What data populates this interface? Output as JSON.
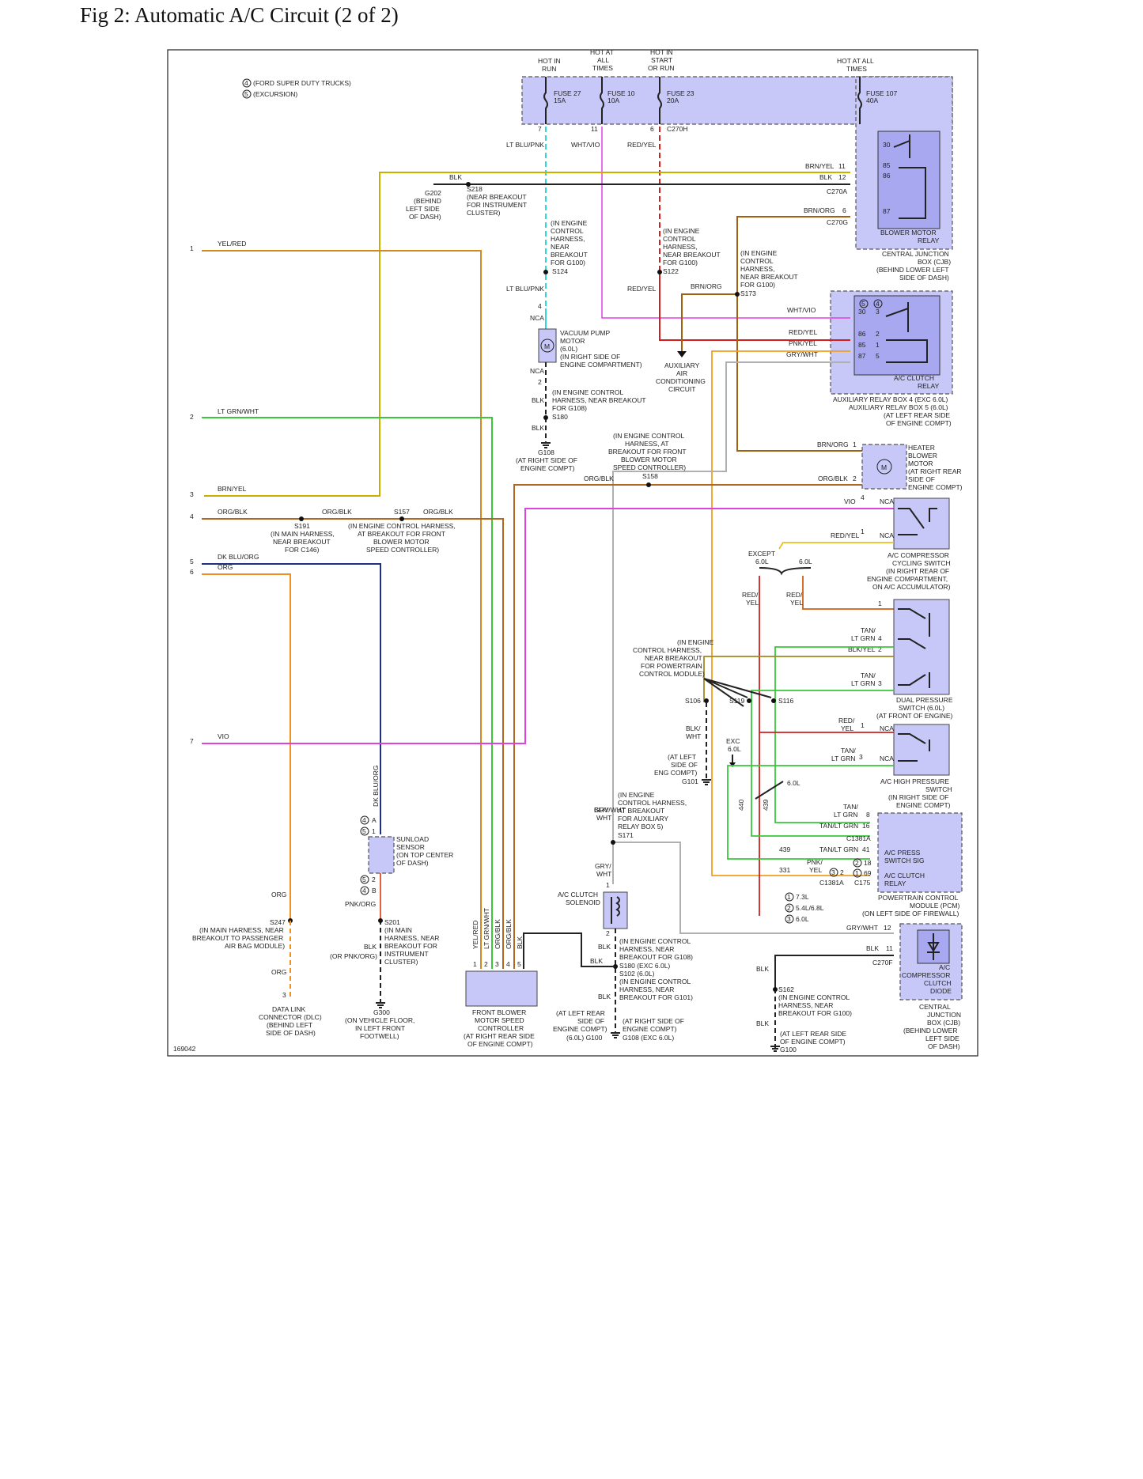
{
  "title": "Fig 2: Automatic A/C Circuit (2 of 2)",
  "figure_id": "169042",
  "legend": {
    "ford": "(FORD SUPER DUTY TRUCKS)",
    "excursion": "(EXCURSION)",
    "pcm_73": "7.3L",
    "pcm_5468": "5.4L/6.8L",
    "pcm_60": "6.0L"
  },
  "power_labels": [
    [
      "HOT IN",
      "RUN"
    ],
    [
      "HOT AT",
      "ALL",
      "TIMES"
    ],
    [
      "HOT IN",
      "START",
      "OR RUN"
    ],
    [
      "HOT AT ALL",
      "TIMES"
    ]
  ],
  "fuses": [
    [
      "FUSE 27",
      "15A"
    ],
    [
      "FUSE 10",
      "10A"
    ],
    [
      "FUSE 23",
      "20A"
    ],
    [
      "FUSE 107",
      "40A"
    ]
  ],
  "pins_top": {
    "p7": "7",
    "p11": "11",
    "p6": "6",
    "c270h": "C270H"
  },
  "wire_labels": {
    "lt_blu_pnk": "LT BLU/PNK",
    "wht_vio": "WHT/VIO",
    "red_yel": "RED/YEL",
    "blk": "BLK",
    "brn_yel": "BRN/YEL",
    "brn_org": "BRN/ORG",
    "yel_red": "YEL/RED",
    "lt_grn_wht": "LT GRN/WHT",
    "org_blk": "ORG/BLK",
    "dk_blu_org": "DK BLU/ORG",
    "org": "ORG",
    "vio": "VIO",
    "pnk_yel": "PNK/YEL",
    "gry_wht": "GRY/WHT",
    "red_yel2": "RED/",
    "yel": "YEL",
    "tan": "TAN/",
    "lt_grn": "LT GRN",
    "blk_yel": "BLK/YEL",
    "blk_wht": "BLK/",
    "wht": "WHT",
    "pnk_org": "PNK/ORG",
    "or_pnk_org": "(OR PNK/ORG)",
    "pnk": "PNK/",
    "tan_lt_grn": "TAN/LT GRN",
    "dk_blu_org_v": "DK BLU/ORG"
  },
  "left_pins": [
    "1",
    "2",
    "3",
    "4",
    "5",
    "6",
    "7"
  ],
  "notes": {
    "g202": [
      "G202",
      "(BEHIND",
      "LEFT SIDE",
      "OF DASH)"
    ],
    "s218": [
      "S218",
      "(NEAR BREAKOUT",
      "FOR INSTRUMENT",
      "CLUSTER)"
    ],
    "s124": [
      "(IN ENGINE",
      "CONTROL",
      "HARNESS,",
      "NEAR",
      "BREAKOUT",
      "FOR G100)",
      "S124"
    ],
    "s122": [
      "(IN ENGINE",
      "CONTROL",
      "HARNESS,",
      "NEAR BREAKOUT",
      "FOR G100)",
      "S122"
    ],
    "s173": [
      "(IN ENGINE",
      "CONTROL",
      "HARNESS,",
      "NEAR BREAKOUT",
      "FOR G100)",
      "S173"
    ],
    "vac": [
      "VACUUM PUMP",
      "MOTOR",
      "(6.0L)",
      "(IN RIGHT SIDE OF",
      "ENGINE COMPARTMENT)"
    ],
    "nca": "NCA",
    "s180": [
      "(IN ENGINE CONTROL",
      "HARNESS, NEAR BREAKOUT",
      "FOR G108)",
      "S180"
    ],
    "g108": [
      "G108",
      "(AT RIGHT SIDE OF",
      "ENGINE COMPT)"
    ],
    "aux": [
      "AUXILIARY",
      "AIR",
      "CONDITIONING",
      "CIRCUIT"
    ],
    "s158": [
      "(IN ENGINE CONTROL",
      "HARNESS, AT",
      "BREAKOUT FOR FRONT",
      "BLOWER MOTOR",
      "SPEED CONTROLLER)",
      "S158"
    ],
    "s191": [
      "S191",
      "(IN MAIN HARNESS,",
      "NEAR BREAKOUT",
      "FOR C146)"
    ],
    "s157": [
      "S157",
      "(IN ENGINE CONTROL HARNESS,",
      "AT BREAKOUT FOR FRONT",
      "BLOWER MOTOR",
      "SPEED CONTROLLER)"
    ],
    "cjb": [
      "CENTRAL JUNCTION",
      "BOX (CJB)",
      "(BEHIND LOWER LEFT",
      "SIDE OF DASH)"
    ],
    "bmr": [
      "BLOWER MOTOR",
      "RELAY"
    ],
    "acr": [
      "A/C CLUTCH",
      "RELAY"
    ],
    "arb": [
      "AUXILIARY RELAY BOX 4 (EXC 6.0L)",
      "AUXILIARY RELAY BOX 5 (6.0L)",
      "(AT LEFT REAR SIDE",
      "OF ENGINE COMPT)"
    ],
    "hbm": [
      "HEATER",
      "BLOWER",
      "MOTOR",
      "(AT RIGHT REAR",
      "SIDE OF",
      "ENGINE COMPT)"
    ],
    "accs": [
      "A/C COMPRESSOR",
      "CYCLING SWITCH",
      "(IN RIGHT REAR OF",
      "ENGINE COMPARTMENT,",
      "ON A/C ACCUMULATOR)"
    ],
    "except": [
      "EXCEPT",
      "6.0L"
    ],
    "six": "6.0L",
    "dps": [
      "DUAL PRESSURE",
      "SWITCH    (6.0L)",
      "(AT FRONT OF ENGINE)"
    ],
    "pcmb": [
      "(IN ENGINE",
      "CONTROL HARNESS,",
      "NEAR BREAKOUT",
      "FOR POWERTRAIN",
      "CONTROL MODULE)"
    ],
    "s106": "S106",
    "s119": "S119",
    "s116": "S116",
    "g101": [
      "(AT LEFT",
      "SIDE OF",
      "ENG COMPT)",
      "G101"
    ],
    "exc": [
      "EXC",
      "6.0L"
    ],
    "achp": [
      "A/C HIGH PRESSURE",
      "SWITCH",
      "(IN RIGHT SIDE OF",
      "ENGINE COMPT)"
    ],
    "s171": [
      "(IN ENGINE",
      "CONTROL HARNESS,",
      "AT BREAKOUT",
      "FOR AUXILIARY",
      "RELAY BOX 5)",
      "S171"
    ],
    "pcm": [
      "POWERTRAIN CONTROL",
      "MODULE (PCM)",
      "(ON LEFT SIDE OF FIREWALL)"
    ],
    "acps": [
      "A/C PRESS",
      "SWITCH SIG"
    ],
    "acrl": [
      "A/C CLUTCH",
      "RELAY"
    ],
    "c1381a": "C1381A",
    "c175": "C175",
    "c270a": "C270A",
    "c270g": "C270G",
    "c270f": "C270F",
    "sun": [
      "SUNLOAD",
      "SENSOR",
      "(ON TOP CENTER",
      "OF DASH)"
    ],
    "acsol": [
      "A/C CLUTCH",
      "SOLENOID"
    ],
    "s180b": [
      "(IN ENGINE CONTROL",
      "HARNESS, NEAR",
      "BREAKOUT FOR G108)",
      "S180   (EXC 6.0L)",
      "S102   (6.0L)",
      "(IN ENGINE CONTROL",
      "HARNESS, NEAR",
      "BREAKOUT FOR G101)"
    ],
    "s162": [
      "S162",
      "(IN ENGINE CONTROL",
      "HARNESS, NEAR",
      "BREAKOUT FOR G100)"
    ],
    "g100": [
      "(AT LEFT REAR SIDE",
      "OF ENGINE COMPT)",
      "G100"
    ],
    "diode": [
      "A/C",
      "COMPRESSOR",
      "CLUTCH",
      "DIODE"
    ],
    "cjb2": [
      "CENTRAL",
      "JUNCTION",
      "BOX (CJB)",
      "(BEHIND LOWER",
      "LEFT SIDE",
      "OF DASH)"
    ],
    "s247": [
      "S247",
      "(IN MAIN HARNESS, NEAR",
      "BREAKOUT TO PASSENGER",
      "AIR BAG MODULE)"
    ],
    "s201": [
      "S201",
      "(IN MAIN",
      "HARNESS, NEAR",
      "BREAKOUT FOR",
      "INSTRUMENT",
      "CLUSTER)"
    ],
    "dlc": [
      "DATA LINK",
      "CONNECTOR (DLC)",
      "(BEHIND LEFT",
      "SIDE OF DASH)"
    ],
    "g300": [
      "G300",
      "(ON VEHICLE FLOOR,",
      "IN LEFT FRONT",
      "FOOTWELL)"
    ],
    "fbm": [
      "FRONT BLOWER",
      "MOTOR SPEED",
      "CONTROLLER",
      "(AT RIGHT REAR SIDE",
      "OF ENGINE COMPT)"
    ],
    "g100b": [
      "(AT LEFT REAR",
      "SIDE OF",
      "ENGINE COMPT)",
      "(6.0L)   G100"
    ],
    "g108b": [
      "(AT RIGHT SIDE OF",
      "ENGINE COMPT)",
      "G108   (EXC 6.0L)"
    ]
  },
  "fbm_pins": [
    "1",
    "2",
    "3",
    "4",
    "5"
  ],
  "fbm_wires": [
    "YEL/RED",
    "LT GRN/WHT",
    "ORG/BLK",
    "ORG/BLK",
    "BLK"
  ],
  "colors": {
    "frame": "#222222",
    "box": "#c8c8f8",
    "yel_red": "#d08a20",
    "lt_grn": "#3ac83a",
    "org_blk": "#b06820",
    "vio": "#e040e0",
    "cyan": "#30d8d8",
    "red": "#d02020",
    "gry": "#b0b0b0",
    "yellow": "#e8c020",
    "brn": "#a06010",
    "dk_blu": "#203080",
    "orange": "#f09020"
  }
}
